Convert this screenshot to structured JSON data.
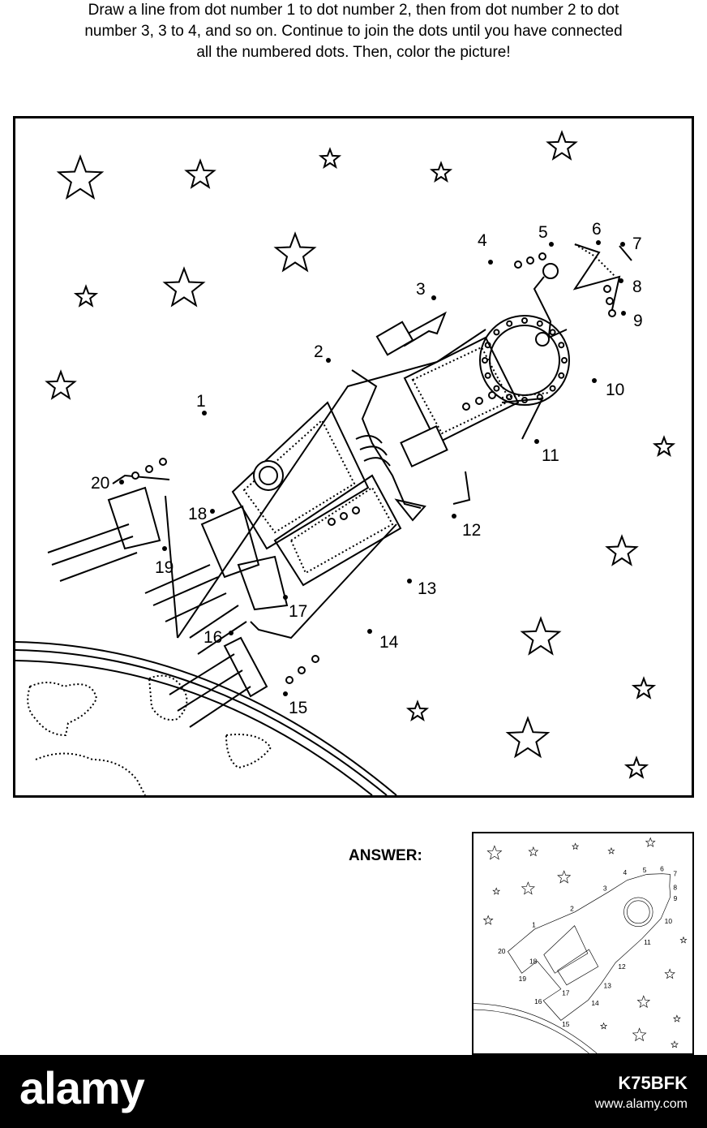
{
  "instructions": {
    "line1": "Draw a line from dot number 1 to dot number 2, then from dot number 2 to dot",
    "line2": "number 3, 3 to 4, and so on. Continue to join the dots until you have connected",
    "line3": "all the numbered dots. Then, color the picture!"
  },
  "dots": [
    {
      "label": "1"
    },
    {
      "label": "2"
    },
    {
      "label": "3"
    },
    {
      "label": "4"
    },
    {
      "label": "5"
    },
    {
      "label": "6"
    },
    {
      "label": "7"
    },
    {
      "label": "8"
    },
    {
      "label": "9"
    },
    {
      "label": "10"
    },
    {
      "label": "11"
    },
    {
      "label": "12"
    },
    {
      "label": "13"
    },
    {
      "label": "14"
    },
    {
      "label": "15"
    },
    {
      "label": "16"
    },
    {
      "label": "17"
    },
    {
      "label": "18"
    },
    {
      "label": "19"
    },
    {
      "label": "20"
    }
  ],
  "answer": {
    "label": "ANSWER:"
  },
  "footer": {
    "logo": "alamy",
    "image_id": "K75BFK",
    "url": "www.alamy.com"
  }
}
